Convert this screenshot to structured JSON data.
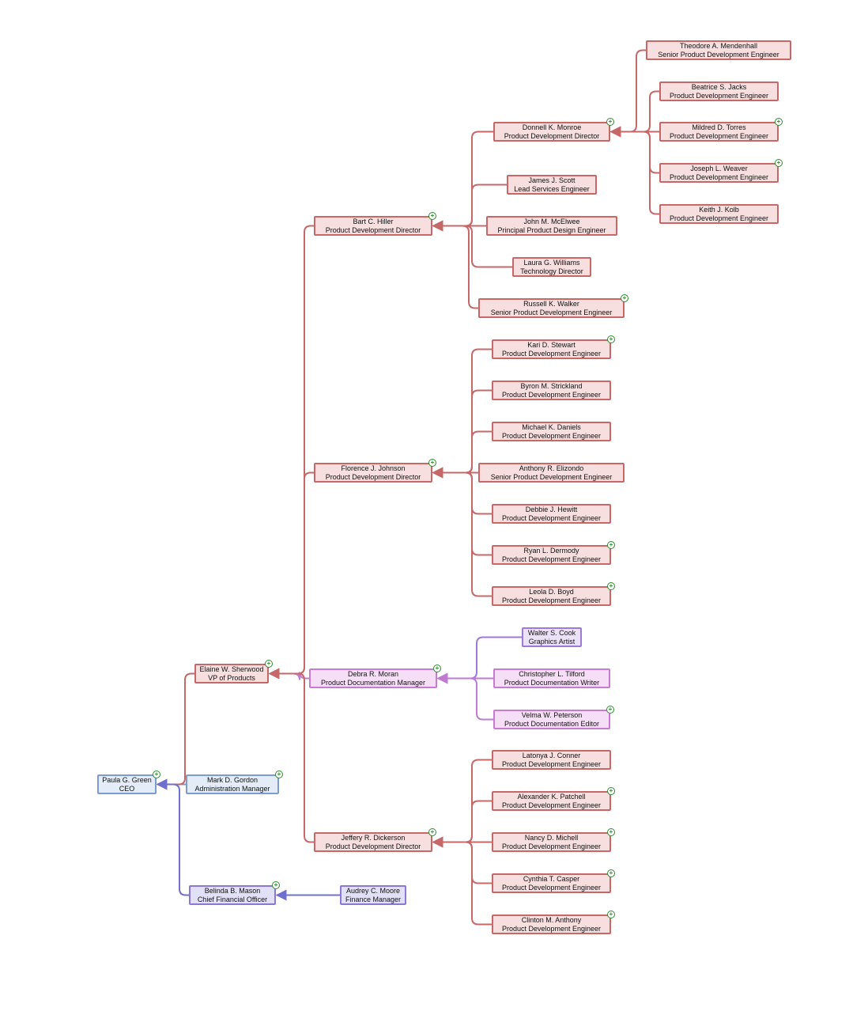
{
  "diagram": {
    "nodes": [
      {
        "id": "ceo",
        "name": "Paula G. Green",
        "title": "CEO",
        "color": "blue",
        "expand": true
      },
      {
        "id": "gordon",
        "name": "Mark D. Gordon",
        "title": "Administration Manager",
        "color": "blue",
        "expand": true
      },
      {
        "id": "mason",
        "name": "Belinda B. Mason",
        "title": "Chief Financial Officer",
        "color": "purple",
        "expand": true
      },
      {
        "id": "moore",
        "name": "Audrey C. Moore",
        "title": "Finance Manager",
        "color": "purple",
        "expand": false
      },
      {
        "id": "sherwood",
        "name": "Elaine W. Sherwood",
        "title": "VP of Products",
        "color": "red",
        "expand": true
      },
      {
        "id": "moran",
        "name": "Debra R. Moran",
        "title": "Product Documentation Manager",
        "color": "pink",
        "expand": true
      },
      {
        "id": "cook",
        "name": "Walter S. Cook",
        "title": "Graphics Artist",
        "color": "violet",
        "expand": false
      },
      {
        "id": "tilford",
        "name": "Christopher L. Tilford",
        "title": "Product Documentation Writer",
        "color": "pink",
        "expand": false
      },
      {
        "id": "peterson",
        "name": "Velma W. Peterson",
        "title": "Product Documentation Editor",
        "color": "pink",
        "expand": true
      },
      {
        "id": "hiller",
        "name": "Bart C. Hiller",
        "title": "Product Development Director",
        "color": "red",
        "expand": true
      },
      {
        "id": "monroe",
        "name": "Donnell K. Monroe",
        "title": "Product Development Director",
        "color": "red",
        "expand": true
      },
      {
        "id": "mendenhall",
        "name": "Theodore A. Mendenhall",
        "title": "Senior Product Development Engineer",
        "color": "red",
        "expand": false
      },
      {
        "id": "jacks",
        "name": "Beatrice S. Jacks",
        "title": "Product Development Engineer",
        "color": "red",
        "expand": false
      },
      {
        "id": "torres",
        "name": "Mildred D. Torres",
        "title": "Product Development Engineer",
        "color": "red",
        "expand": true
      },
      {
        "id": "weaver",
        "name": "Joseph L. Weaver",
        "title": "Product Development Engineer",
        "color": "red",
        "expand": true
      },
      {
        "id": "kolb",
        "name": "Keith J. Kolb",
        "title": "Product Development Engineer",
        "color": "red",
        "expand": false
      },
      {
        "id": "scott",
        "name": "James J. Scott",
        "title": "Lead Services Engineer",
        "color": "red",
        "expand": false
      },
      {
        "id": "mcelwee",
        "name": "John M. McElwee",
        "title": "Principal Product Design Engineer",
        "color": "red",
        "expand": false
      },
      {
        "id": "williams",
        "name": "Laura G. Williams",
        "title": "Technology Director",
        "color": "red",
        "expand": false
      },
      {
        "id": "walker",
        "name": "Russell K. Walker",
        "title": "Senior Product Development Engineer",
        "color": "red",
        "expand": true
      },
      {
        "id": "johnson",
        "name": "Florence J. Johnson",
        "title": "Product Development Director",
        "color": "red",
        "expand": true
      },
      {
        "id": "stewart",
        "name": "Kari D. Stewart",
        "title": "Product Development Engineer",
        "color": "red",
        "expand": true
      },
      {
        "id": "strickland",
        "name": "Byron M. Strickland",
        "title": "Product Development Engineer",
        "color": "red",
        "expand": false
      },
      {
        "id": "daniels",
        "name": "Michael K. Daniels",
        "title": "Product Development Engineer",
        "color": "red",
        "expand": false
      },
      {
        "id": "elizondo",
        "name": "Anthony R. Elizondo",
        "title": "Senior Product Development Engineer",
        "color": "red",
        "expand": false
      },
      {
        "id": "hewitt",
        "name": "Debbie J. Hewitt",
        "title": "Product Development Engineer",
        "color": "red",
        "expand": false
      },
      {
        "id": "dermody",
        "name": "Ryan L. Dermody",
        "title": "Product Development Engineer",
        "color": "red",
        "expand": true
      },
      {
        "id": "boyd",
        "name": "Leola D. Boyd",
        "title": "Product Development Engineer",
        "color": "red",
        "expand": true
      },
      {
        "id": "dickerson",
        "name": "Jeffery R. Dickerson",
        "title": "Product Development Director",
        "color": "red",
        "expand": true
      },
      {
        "id": "conner",
        "name": "Latonya J. Conner",
        "title": "Product Development Engineer",
        "color": "red",
        "expand": false
      },
      {
        "id": "patchell",
        "name": "Alexander K. Patchell",
        "title": "Product Development Engineer",
        "color": "red",
        "expand": true
      },
      {
        "id": "michell",
        "name": "Nancy D. Michell",
        "title": "Product Development Engineer",
        "color": "red",
        "expand": true
      },
      {
        "id": "casper",
        "name": "Cynthia T. Casper",
        "title": "Product Development Engineer",
        "color": "red",
        "expand": true
      },
      {
        "id": "anthony",
        "name": "Clinton M. Anthony",
        "title": "Product Development Engineer",
        "color": "red",
        "expand": true
      }
    ],
    "links": [
      {
        "from": "gordon",
        "to": "ceo"
      },
      {
        "from": "sherwood",
        "to": "ceo"
      },
      {
        "from": "mason",
        "to": "ceo"
      },
      {
        "from": "moore",
        "to": "mason"
      },
      {
        "from": "hiller",
        "to": "sherwood"
      },
      {
        "from": "johnson",
        "to": "sherwood"
      },
      {
        "from": "moran",
        "to": "sherwood"
      },
      {
        "from": "dickerson",
        "to": "sherwood"
      },
      {
        "from": "cook",
        "to": "moran"
      },
      {
        "from": "tilford",
        "to": "moran"
      },
      {
        "from": "peterson",
        "to": "moran"
      },
      {
        "from": "monroe",
        "to": "hiller"
      },
      {
        "from": "scott",
        "to": "hiller"
      },
      {
        "from": "mcelwee",
        "to": "hiller"
      },
      {
        "from": "williams",
        "to": "hiller"
      },
      {
        "from": "walker",
        "to": "hiller"
      },
      {
        "from": "mendenhall",
        "to": "monroe"
      },
      {
        "from": "jacks",
        "to": "monroe"
      },
      {
        "from": "torres",
        "to": "monroe"
      },
      {
        "from": "weaver",
        "to": "monroe"
      },
      {
        "from": "kolb",
        "to": "monroe"
      },
      {
        "from": "stewart",
        "to": "johnson"
      },
      {
        "from": "strickland",
        "to": "johnson"
      },
      {
        "from": "daniels",
        "to": "johnson"
      },
      {
        "from": "elizondo",
        "to": "johnson"
      },
      {
        "from": "hewitt",
        "to": "johnson"
      },
      {
        "from": "dermody",
        "to": "johnson"
      },
      {
        "from": "boyd",
        "to": "johnson"
      },
      {
        "from": "conner",
        "to": "dickerson"
      },
      {
        "from": "patchell",
        "to": "dickerson"
      },
      {
        "from": "michell",
        "to": "dickerson"
      },
      {
        "from": "casper",
        "to": "dickerson"
      },
      {
        "from": "anthony",
        "to": "dickerson"
      }
    ],
    "colors": {
      "red": {
        "border": "#c76868",
        "fill": "#f7dfdf",
        "line": "#c76868"
      },
      "blue": {
        "border": "#7c9cd0",
        "fill": "#e3ecf7",
        "line": "#7a9ad0"
      },
      "purple": {
        "border": "#8a78d4",
        "fill": "#e2e0f7",
        "line": "#6f6fd0"
      },
      "pink": {
        "border": "#c97ad3",
        "fill": "#f6def6",
        "line": "#c07ad0"
      },
      "violet": {
        "border": "#9d7ad8",
        "fill": "#ece2f8",
        "line": "#9d7ad8"
      }
    },
    "expand_glyph": "+"
  }
}
